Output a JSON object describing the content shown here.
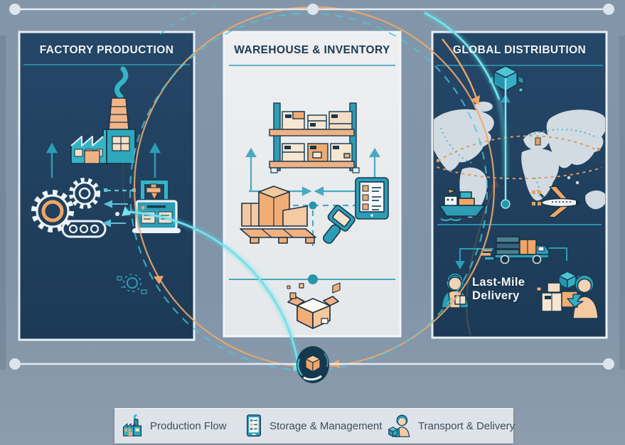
{
  "titles": {
    "factory": "FACTORY PRODUCTION",
    "warehouse": "WAREHOUSE & INVENTORY",
    "distribution": "GLOBAL DISTRIBUTION"
  },
  "distribution": {
    "last_mile_line1": "Last-Mile",
    "last_mile_line2": "Delivery"
  },
  "legend": {
    "items": [
      {
        "icon": "factory-icon",
        "label": "Production Flow"
      },
      {
        "icon": "tablet-icon",
        "label": "Storage & Management"
      },
      {
        "icon": "courier-icon",
        "label": "Transport & Delivery"
      }
    ]
  },
  "colors": {
    "background": "#8094a8",
    "panel_dark": "#1f3e5a",
    "panel_light": "#e9eced",
    "panel_border": "#e9eff3",
    "teal": "#2d9db5",
    "cyan_glow": "#55dbe6",
    "orange": "#eda768",
    "cream": "#f5e3cc",
    "navy_outline": "#1c3246",
    "map_land": "#d2dbe2",
    "legend_bg": "#dde3e9",
    "text_dark": "#1d3a50",
    "text_light": "#f2f6f9"
  }
}
